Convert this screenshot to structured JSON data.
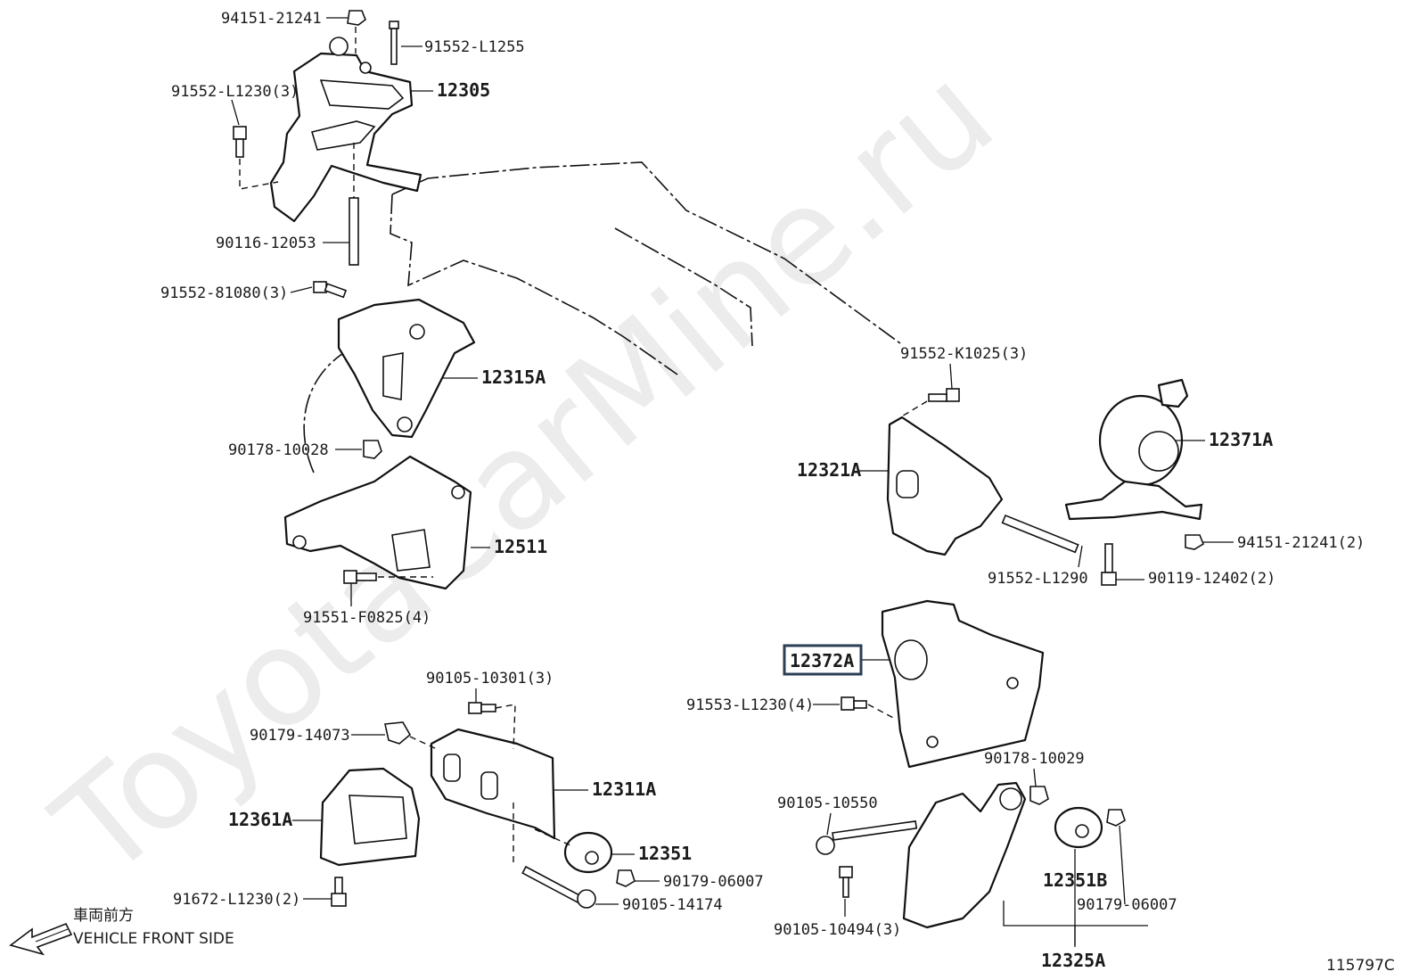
{
  "watermark": "ToyotaCarMine.ru",
  "figure_code": "115797C",
  "front_note": {
    "jp": "車両前方",
    "en": "VEHICLE FRONT SIDE"
  },
  "highlighted_part": "12372A",
  "labels": {
    "p94151_21241_top": "94151-21241",
    "p91552_L1255": "91552-L1255",
    "p91552_L1230_3": "91552-L1230(3)",
    "p12305": "12305",
    "p90116_12053": "90116-12053",
    "p91552_81080_3": "91552-81080(3)",
    "p12315A": "12315A",
    "p90178_10028": "90178-10028",
    "p12511": "12511",
    "p91551_F0825_4": "91551-F0825(4)",
    "p91552_K1025_3": "91552-K1025(3)",
    "p12321A": "12321A",
    "p12371A": "12371A",
    "p94151_21241_2": "94151-21241(2)",
    "p91552_L1290": "91552-L1290",
    "p90119_12402_2": "90119-12402(2)",
    "p12372A": "12372A",
    "p91553_L1230_4": "91553-L1230(4)",
    "p90105_10301_3": "90105-10301(3)",
    "p90179_14073": "90179-14073",
    "p12311A": "12311A",
    "p12361A": "12361A",
    "p12351": "12351",
    "p90179_06007_a": "90179-06007",
    "p91672_L1230_2": "91672-L1230(2)",
    "p90105_14174": "90105-14174",
    "p90178_10029": "90178-10029",
    "p90105_10550": "90105-10550",
    "p12351B": "12351B",
    "p90179_06007_b": "90179-06007",
    "p90105_10494_3": "90105-10494(3)",
    "p12325A": "12325A"
  }
}
